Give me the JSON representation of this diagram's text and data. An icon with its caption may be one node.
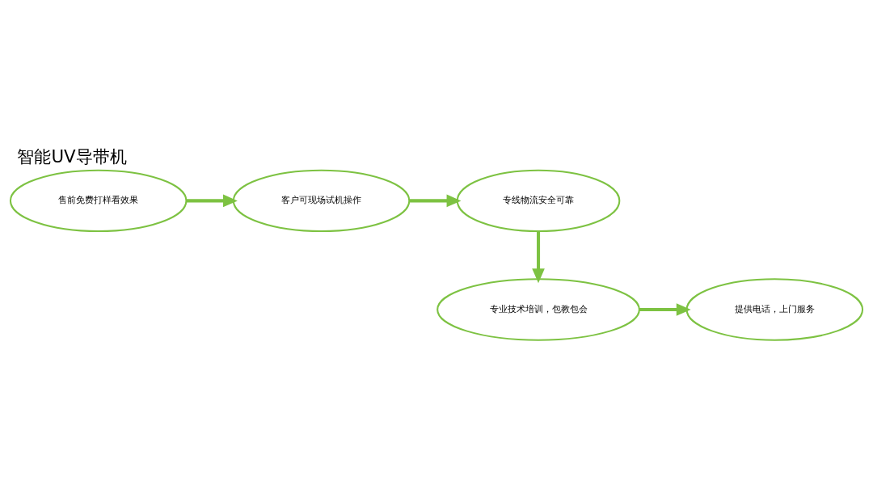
{
  "diagram": {
    "title": "智能UV导带机",
    "nodes": [
      {
        "text": [
          "售前免费打样看效果"
        ]
      },
      {
        "text": [
          "客户可现场试机操作"
        ]
      },
      {
        "text": [
          "专线物流安全可靠"
        ]
      },
      {
        "text": [
          "提供电话，上门服务"
        ]
      },
      {
        "text": [
          "专业技术培训，包教包会"
        ]
      }
    ],
    "edges": [
      {
        "from": 0,
        "to": 1,
        "arrow": "to"
      },
      {
        "from": 1,
        "to": 2,
        "arrow": "to"
      },
      {
        "from": 2,
        "to": 4,
        "arrow": "to"
      },
      {
        "from": 4,
        "to": 3,
        "arrow": "to"
      }
    ]
  }
}
